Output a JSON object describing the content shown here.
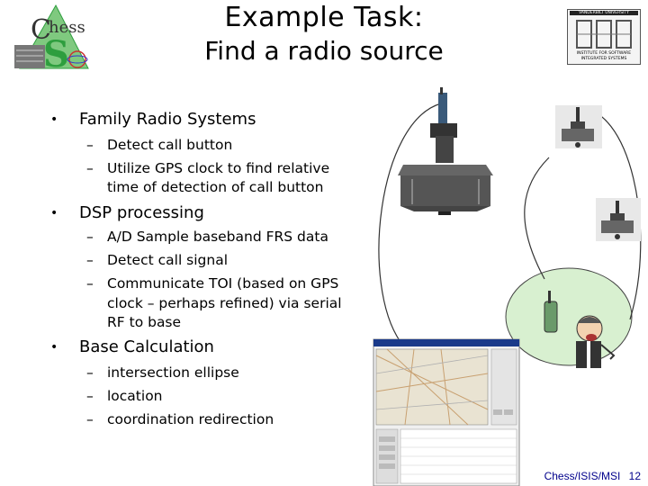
{
  "header": {
    "title": "Example Task:",
    "subtitle": "Find a radio source"
  },
  "logos": {
    "chess_left": "hess",
    "chess_letter": "C",
    "isis_lines": [
      "VANDERBILT UNIVERSITY",
      "INSTITUTE FOR SOFTWARE",
      "INTEGRATED SYSTEMS"
    ]
  },
  "bullets": [
    {
      "text": "Family Radio Systems",
      "subs": [
        {
          "lines": [
            "Detect call button"
          ]
        },
        {
          "lines": [
            "Utilize GPS clock to find relative",
            "time of detection of call button"
          ]
        }
      ]
    },
    {
      "text": "DSP processing",
      "subs": [
        {
          "lines": [
            "A/D Sample baseband FRS data"
          ]
        },
        {
          "lines": [
            "Detect call signal"
          ]
        },
        {
          "lines": [
            "Communicate TOI (based on GPS",
            "clock – perhaps refined) via serial",
            "RF to base"
          ]
        }
      ]
    },
    {
      "text": "Base Calculation",
      "subs": [
        {
          "lines": [
            "intersection ellipse"
          ]
        },
        {
          "lines": [
            "location"
          ]
        },
        {
          "lines": [
            "coordination redirection"
          ]
        }
      ]
    }
  ],
  "bullet_marker": "•",
  "dash_marker": "–",
  "footer": {
    "label": "Chess/ISIS/MSI",
    "page": "12"
  },
  "colors": {
    "ellipse_fill": "#d8f0d0",
    "footer_text": "#00008b",
    "chess_s": "#2e9e3e",
    "sensor_body": "#555555"
  }
}
